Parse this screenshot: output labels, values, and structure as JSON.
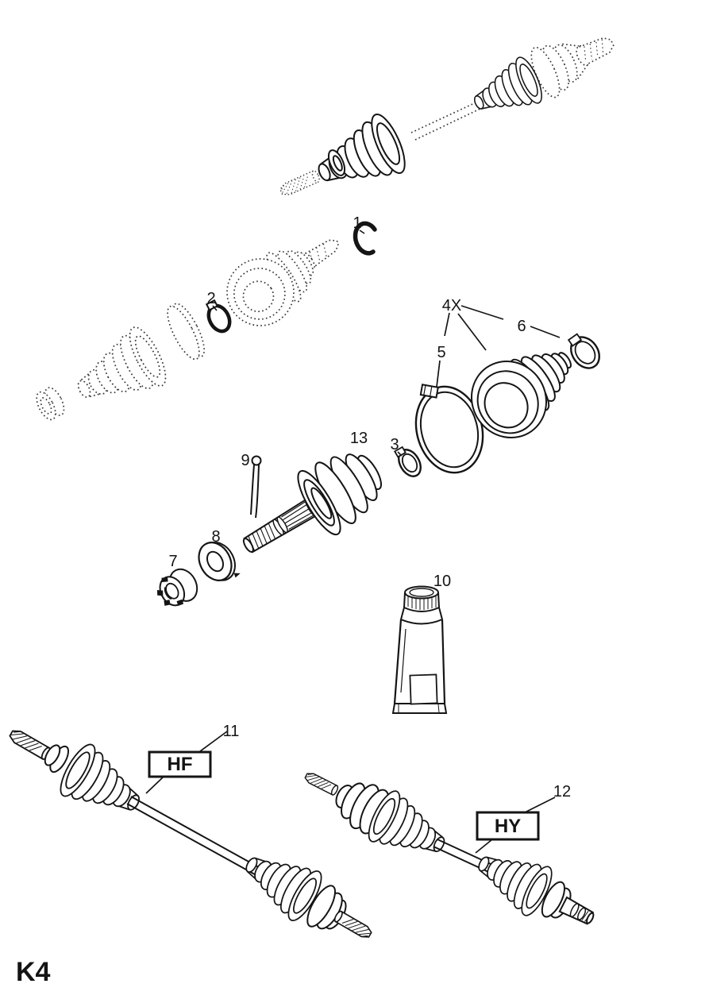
{
  "page": {
    "code": "K4",
    "background": "#ffffff",
    "ink": "#141414"
  },
  "callouts": {
    "part1": "1",
    "part2": "2",
    "part3": "3",
    "part4": "4X",
    "part5": "5",
    "part6": "6",
    "part7": "7",
    "part8": "8",
    "part9": "9",
    "part10": "10",
    "part11": "11",
    "part12": "12",
    "part13": "13"
  },
  "variant_labels": {
    "hf": "HF",
    "hy": "HY"
  }
}
